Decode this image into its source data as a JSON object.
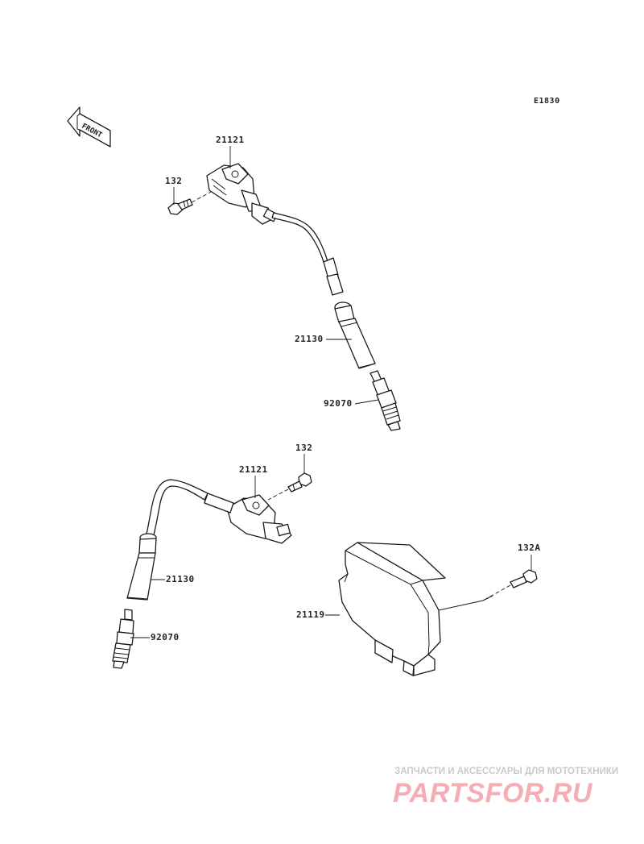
{
  "diagram_code": "E1830",
  "front_label": "FRONT",
  "callouts": {
    "coil_upper": "21121",
    "bolt_upper": "132",
    "cap_upper": "21130",
    "plug_upper": "92070",
    "bolt_lower": "132",
    "coil_lower": "21121",
    "cap_lower": "21130",
    "plug_lower": "92070",
    "bolt_ecu": "132A",
    "ecu": "21119"
  },
  "watermark": {
    "tagline": "ЗАПЧАСТИ И АКСЕССУАРЫ ДЛЯ МОТОТЕХНИКИ",
    "brand": "PARTSFOR.RU",
    "color": "#f4aeb3"
  }
}
